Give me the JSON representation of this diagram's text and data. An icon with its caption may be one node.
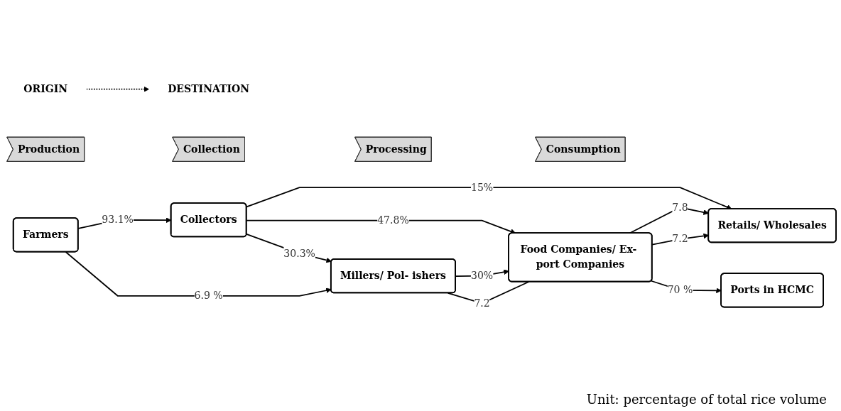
{
  "diagram": {
    "nodes": [
      {
        "text": [
          "ORIGIN"
        ]
      },
      {
        "text": [
          "DESTINATION"
        ]
      },
      {
        "text": [
          "Production"
        ]
      },
      {
        "text": [
          "Collection"
        ]
      },
      {
        "text": [
          "Processing"
        ]
      },
      {
        "text": [
          "Consumption"
        ]
      },
      {
        "text": [
          "Farmers"
        ]
      },
      {
        "text": [
          "Collectors"
        ]
      },
      {
        "text": [
          "Millers/ Pol- ishers"
        ]
      },
      {
        "text": [
          "Food Companies/ Ex- port Companies"
        ]
      },
      {
        "text": [
          "Retails/ Wholesales"
        ]
      },
      {
        "text": [
          "Ports in HCMC"
        ]
      }
    ],
    "edges": [
      {
        "from": 0,
        "to": 1,
        "arrow": "to",
        "style": "dashed"
      },
      {
        "from": 6,
        "to": 7,
        "label": "93.1%",
        "arrow": "to"
      },
      {
        "from": 6,
        "to": 8,
        "label": "6.9 %",
        "arrow": "to"
      },
      {
        "from": 7,
        "to": 10,
        "label": "15%",
        "arrow": "to"
      },
      {
        "from": 7,
        "to": 9,
        "label": "47.8%",
        "arrow": "to"
      },
      {
        "from": 7,
        "to": 8,
        "label": "30.3%",
        "arrow": "to"
      },
      {
        "from": 8,
        "to": 9,
        "label": "30%",
        "arrow": "to"
      },
      {
        "from": 8,
        "to": 9,
        "label": "7.2",
        "arrow": "none"
      },
      {
        "from": 9,
        "to": 10,
        "label": "7.8",
        "arrow": "to"
      },
      {
        "from": 9,
        "to": 10,
        "label": "7.2",
        "arrow": "to"
      },
      {
        "from": 9,
        "to": 11,
        "label": "70 %",
        "arrow": "to"
      }
    ],
    "labels": [
      "Unit: percentage of total rice volume"
    ]
  }
}
